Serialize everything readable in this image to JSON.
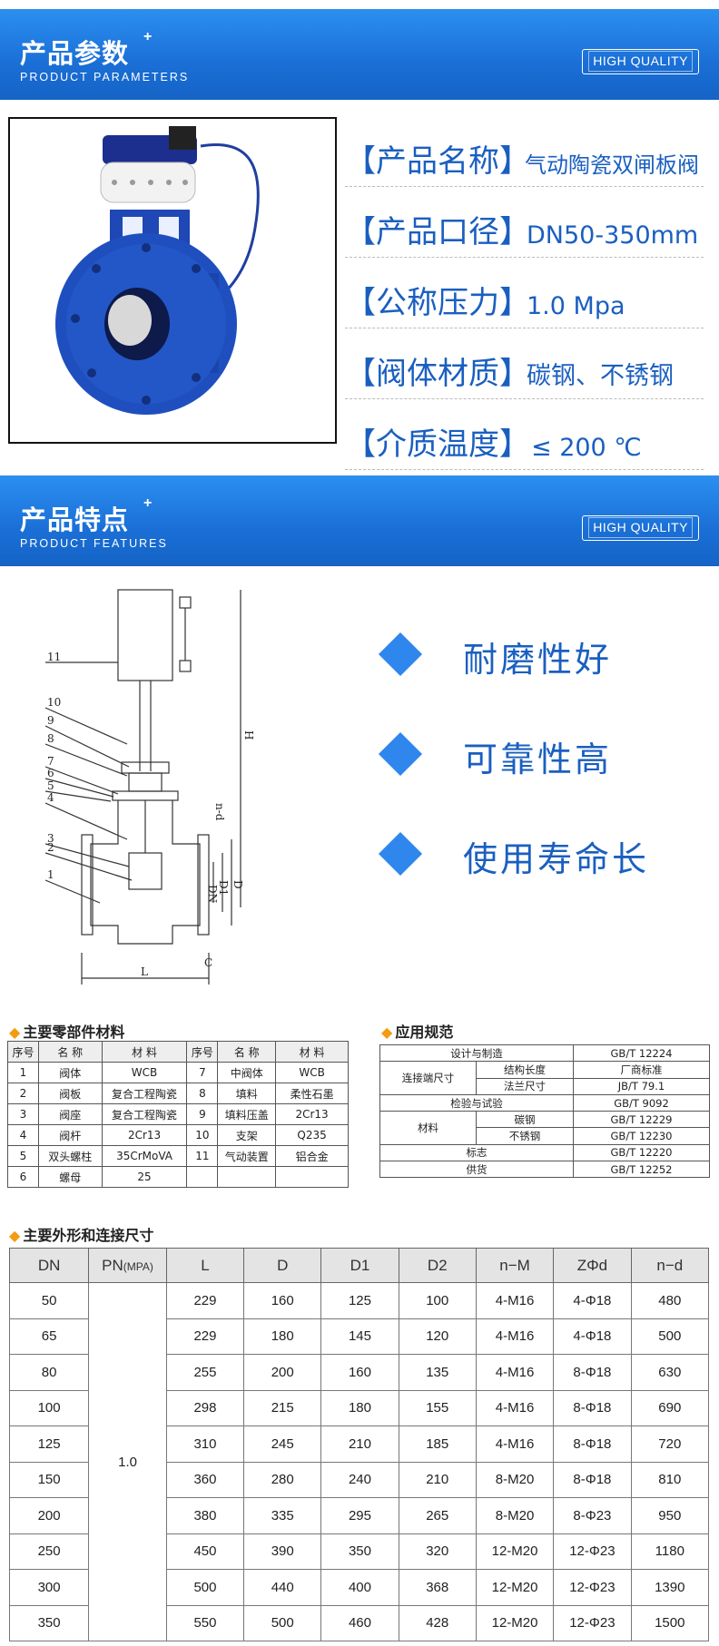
{
  "section1": {
    "title_cn": "产品参数",
    "plus": "+",
    "title_en": "PRODUCT PARAMETERS",
    "badge": "HIGH QUALITY"
  },
  "section2": {
    "title_cn": "产品特点",
    "plus": "+",
    "title_en": "PRODUCT FEATURES",
    "badge": "HIGH QUALITY"
  },
  "params": [
    {
      "key": "【产品名称】",
      "value": "气动陶瓷双闸板阀"
    },
    {
      "key": "【产品口径】",
      "value": "DN50-350mm"
    },
    {
      "key": "【公称压力】",
      "value": "1.0 Mpa"
    },
    {
      "key": "【阀体材质】",
      "value": "碳钢、不锈钢"
    },
    {
      "key": "【介质温度】",
      "value": "≤ 200 ℃"
    }
  ],
  "features": [
    "耐磨性好",
    "可靠性高",
    "使用寿命长"
  ],
  "drawing_labels": [
    "1",
    "2",
    "3",
    "4",
    "5",
    "6",
    "7",
    "8",
    "9",
    "10",
    "11",
    "L",
    "C",
    "DN",
    "D1",
    "D",
    "n-d",
    "H"
  ],
  "parts": {
    "title": "主要零部件材料",
    "headers": [
      "序号",
      "名 称",
      "材 料",
      "序号",
      "名 称",
      "材 料"
    ],
    "rows": [
      [
        "1",
        "阀体",
        "WCB",
        "7",
        "中阀体",
        "WCB"
      ],
      [
        "2",
        "阀板",
        "复合工程陶瓷",
        "8",
        "填料",
        "柔性石墨"
      ],
      [
        "3",
        "阀座",
        "复合工程陶瓷",
        "9",
        "填料压盖",
        "2Cr13"
      ],
      [
        "4",
        "阀杆",
        "2Cr13",
        "10",
        "支架",
        "Q235"
      ],
      [
        "5",
        "双头螺柱",
        "35CrMoVA",
        "11",
        "气动装置",
        "铝合金"
      ],
      [
        "6",
        "螺母",
        "25",
        "",
        "",
        ""
      ]
    ]
  },
  "specs": {
    "title": "应用规范",
    "design": "设计与制造",
    "design_v": "GB/T 12224",
    "conn": "连接端尺寸",
    "struct_len": "结构长度",
    "struct_len_v": "厂商标准",
    "flange": "法兰尺寸",
    "flange_v": "JB/T 79.1",
    "inspect": "检验与试验",
    "inspect_v": "GB/T 9092",
    "material": "材料",
    "carbon": "碳钢",
    "carbon_v": "GB/T 12229",
    "stainless": "不锈钢",
    "stainless_v": "GB/T 12230",
    "mark": "标志",
    "mark_v": "GB/T 12220",
    "supply": "供货",
    "supply_v": "GB/T 12252"
  },
  "dims": {
    "title": "主要外形和连接尺寸",
    "headers": [
      "DN",
      "PN",
      "(MPA)",
      "L",
      "D",
      "D1",
      "D2",
      "n−M",
      "ZΦd",
      "n−d"
    ],
    "pn": "1.0",
    "rows": [
      [
        "50",
        "229",
        "160",
        "125",
        "100",
        "4-M16",
        "4-Φ18",
        "480"
      ],
      [
        "65",
        "229",
        "180",
        "145",
        "120",
        "4-M16",
        "4-Φ18",
        "500"
      ],
      [
        "80",
        "255",
        "200",
        "160",
        "135",
        "4-M16",
        "8-Φ18",
        "630"
      ],
      [
        "100",
        "298",
        "215",
        "180",
        "155",
        "4-M16",
        "8-Φ18",
        "690"
      ],
      [
        "125",
        "310",
        "245",
        "210",
        "185",
        "4-M16",
        "8-Φ18",
        "720"
      ],
      [
        "150",
        "360",
        "280",
        "240",
        "210",
        "8-M20",
        "8-Φ18",
        "810"
      ],
      [
        "200",
        "380",
        "335",
        "295",
        "265",
        "8-M20",
        "8-Φ23",
        "950"
      ],
      [
        "250",
        "450",
        "390",
        "350",
        "320",
        "12-M20",
        "12-Φ23",
        "1180"
      ],
      [
        "300",
        "500",
        "440",
        "400",
        "368",
        "12-M20",
        "12-Φ23",
        "1390"
      ],
      [
        "350",
        "550",
        "500",
        "460",
        "428",
        "12-M20",
        "12-Φ23",
        "1500"
      ]
    ]
  },
  "colors": {
    "banner": "#1a6fd6",
    "accent_blue": "#1a5fc0",
    "diamond": "#2f86ec",
    "bullet_orange": "#f39c12"
  }
}
